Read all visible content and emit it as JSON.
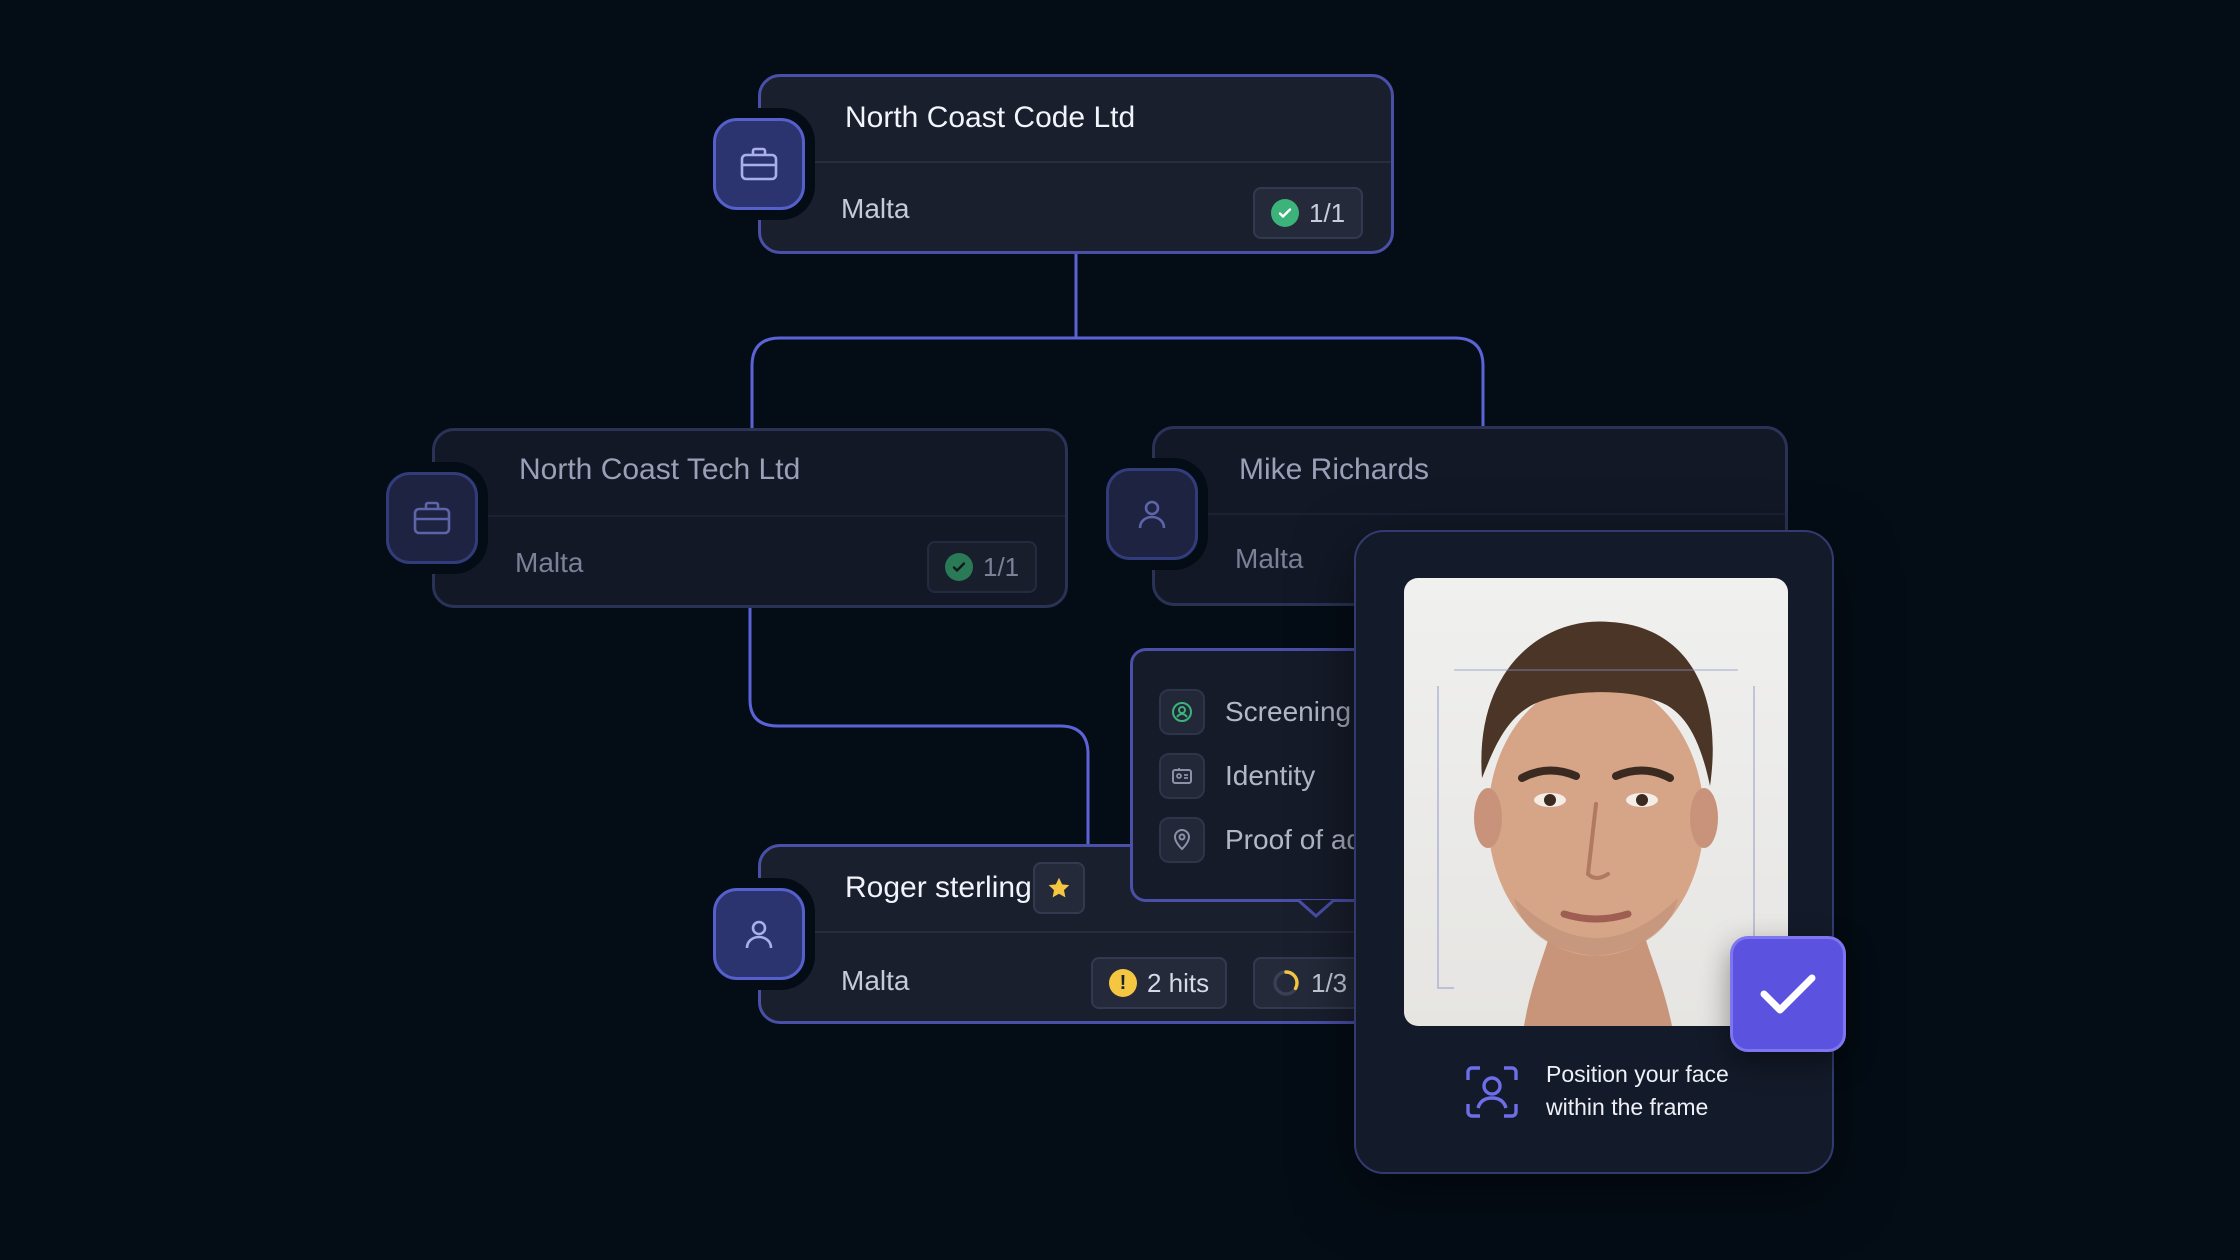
{
  "org_chart": {
    "root": {
      "name": "North Coast Code Ltd",
      "country": "Malta",
      "icon": "briefcase-icon",
      "status": {
        "icon": "check-circle-icon",
        "label": "1/1"
      }
    },
    "child_company": {
      "name": "North Coast Tech Ltd",
      "country": "Malta",
      "icon": "briefcase-icon",
      "status": {
        "icon": "check-circle-icon",
        "label": "1/1"
      }
    },
    "child_person": {
      "name": "Mike Richards",
      "country": "Malta",
      "icon": "person-icon"
    },
    "grandchild_person": {
      "name": "Roger sterling",
      "country": "Malta",
      "icon": "person-icon",
      "starred": true,
      "hits": {
        "icon": "alert-icon",
        "label": "2 hits"
      },
      "progress": {
        "icon": "progress-ring-icon",
        "label": "1/3",
        "fraction": 0.33
      }
    }
  },
  "checks_panel": {
    "items": [
      {
        "label": "Screening",
        "icon": "screening-icon"
      },
      {
        "label": "Identity",
        "icon": "id-card-icon"
      },
      {
        "label": "Proof of address",
        "icon": "location-pin-icon"
      }
    ]
  },
  "face_verification": {
    "hint": "Position your face within the frame",
    "scan_icon": "face-scan-icon",
    "confirm_icon": "checkmark-icon"
  },
  "colors": {
    "background": "#040d16",
    "accent": "#5c52e0",
    "success": "#3bb37a",
    "warning": "#f5c642",
    "connector": "#5b63d6"
  }
}
